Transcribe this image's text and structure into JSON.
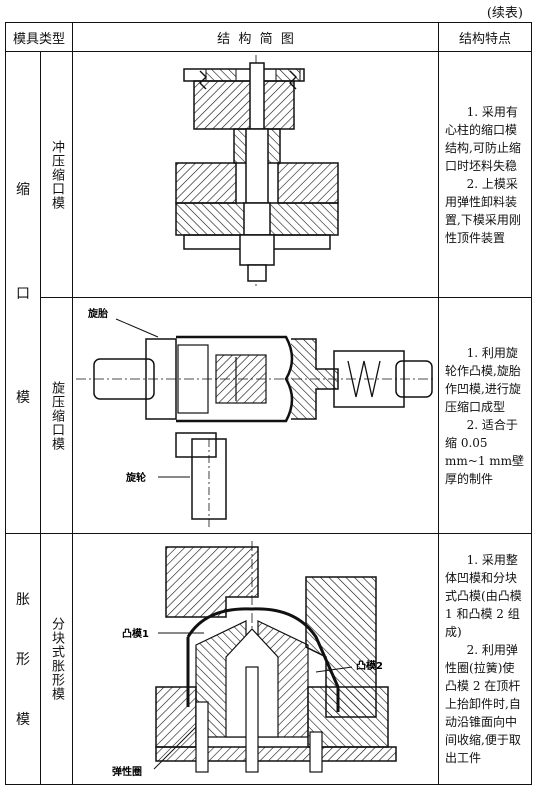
{
  "continued": "(续表)",
  "headers": {
    "type": "模具类型",
    "drawing": "结  构  简  图",
    "features": "结构特点"
  },
  "categories": [
    {
      "label_chars": [
        "缩",
        "口",
        "模"
      ]
    },
    {
      "label_chars": [
        "胀",
        "形",
        "模"
      ]
    }
  ],
  "rows": [
    {
      "name": "冲压缩口模",
      "features": [
        "1. 采用有心柱的缩口模结构,可防止缩口时坯料失稳",
        "2. 上模采用弹性卸料装置,下模采用刚性顶件装置"
      ]
    },
    {
      "name": "旋压缩口模",
      "labels": {
        "spinner_blank": "旋胎",
        "spinner_wheel": "旋轮"
      },
      "features": [
        "1. 利用旋轮作凸模,旋胎作凹模,进行旋压缩口成型",
        "2. 适合于缩 0.05 mm~1 mm壁厚的制件"
      ]
    },
    {
      "name": "分块式胀形模",
      "labels": {
        "punch1": "凸模1",
        "punch2": "凸模2",
        "ring": "弹性圈"
      },
      "features": [
        "1. 采用整体凹模和分块式凸模(由凸模 1 和凸模 2 组成)",
        "2. 利用弹性圈(拉簧)使凸模 2 在顶杆上抬卸件时,自动沿锥面向中间收缩,便于取出工件"
      ]
    }
  ]
}
